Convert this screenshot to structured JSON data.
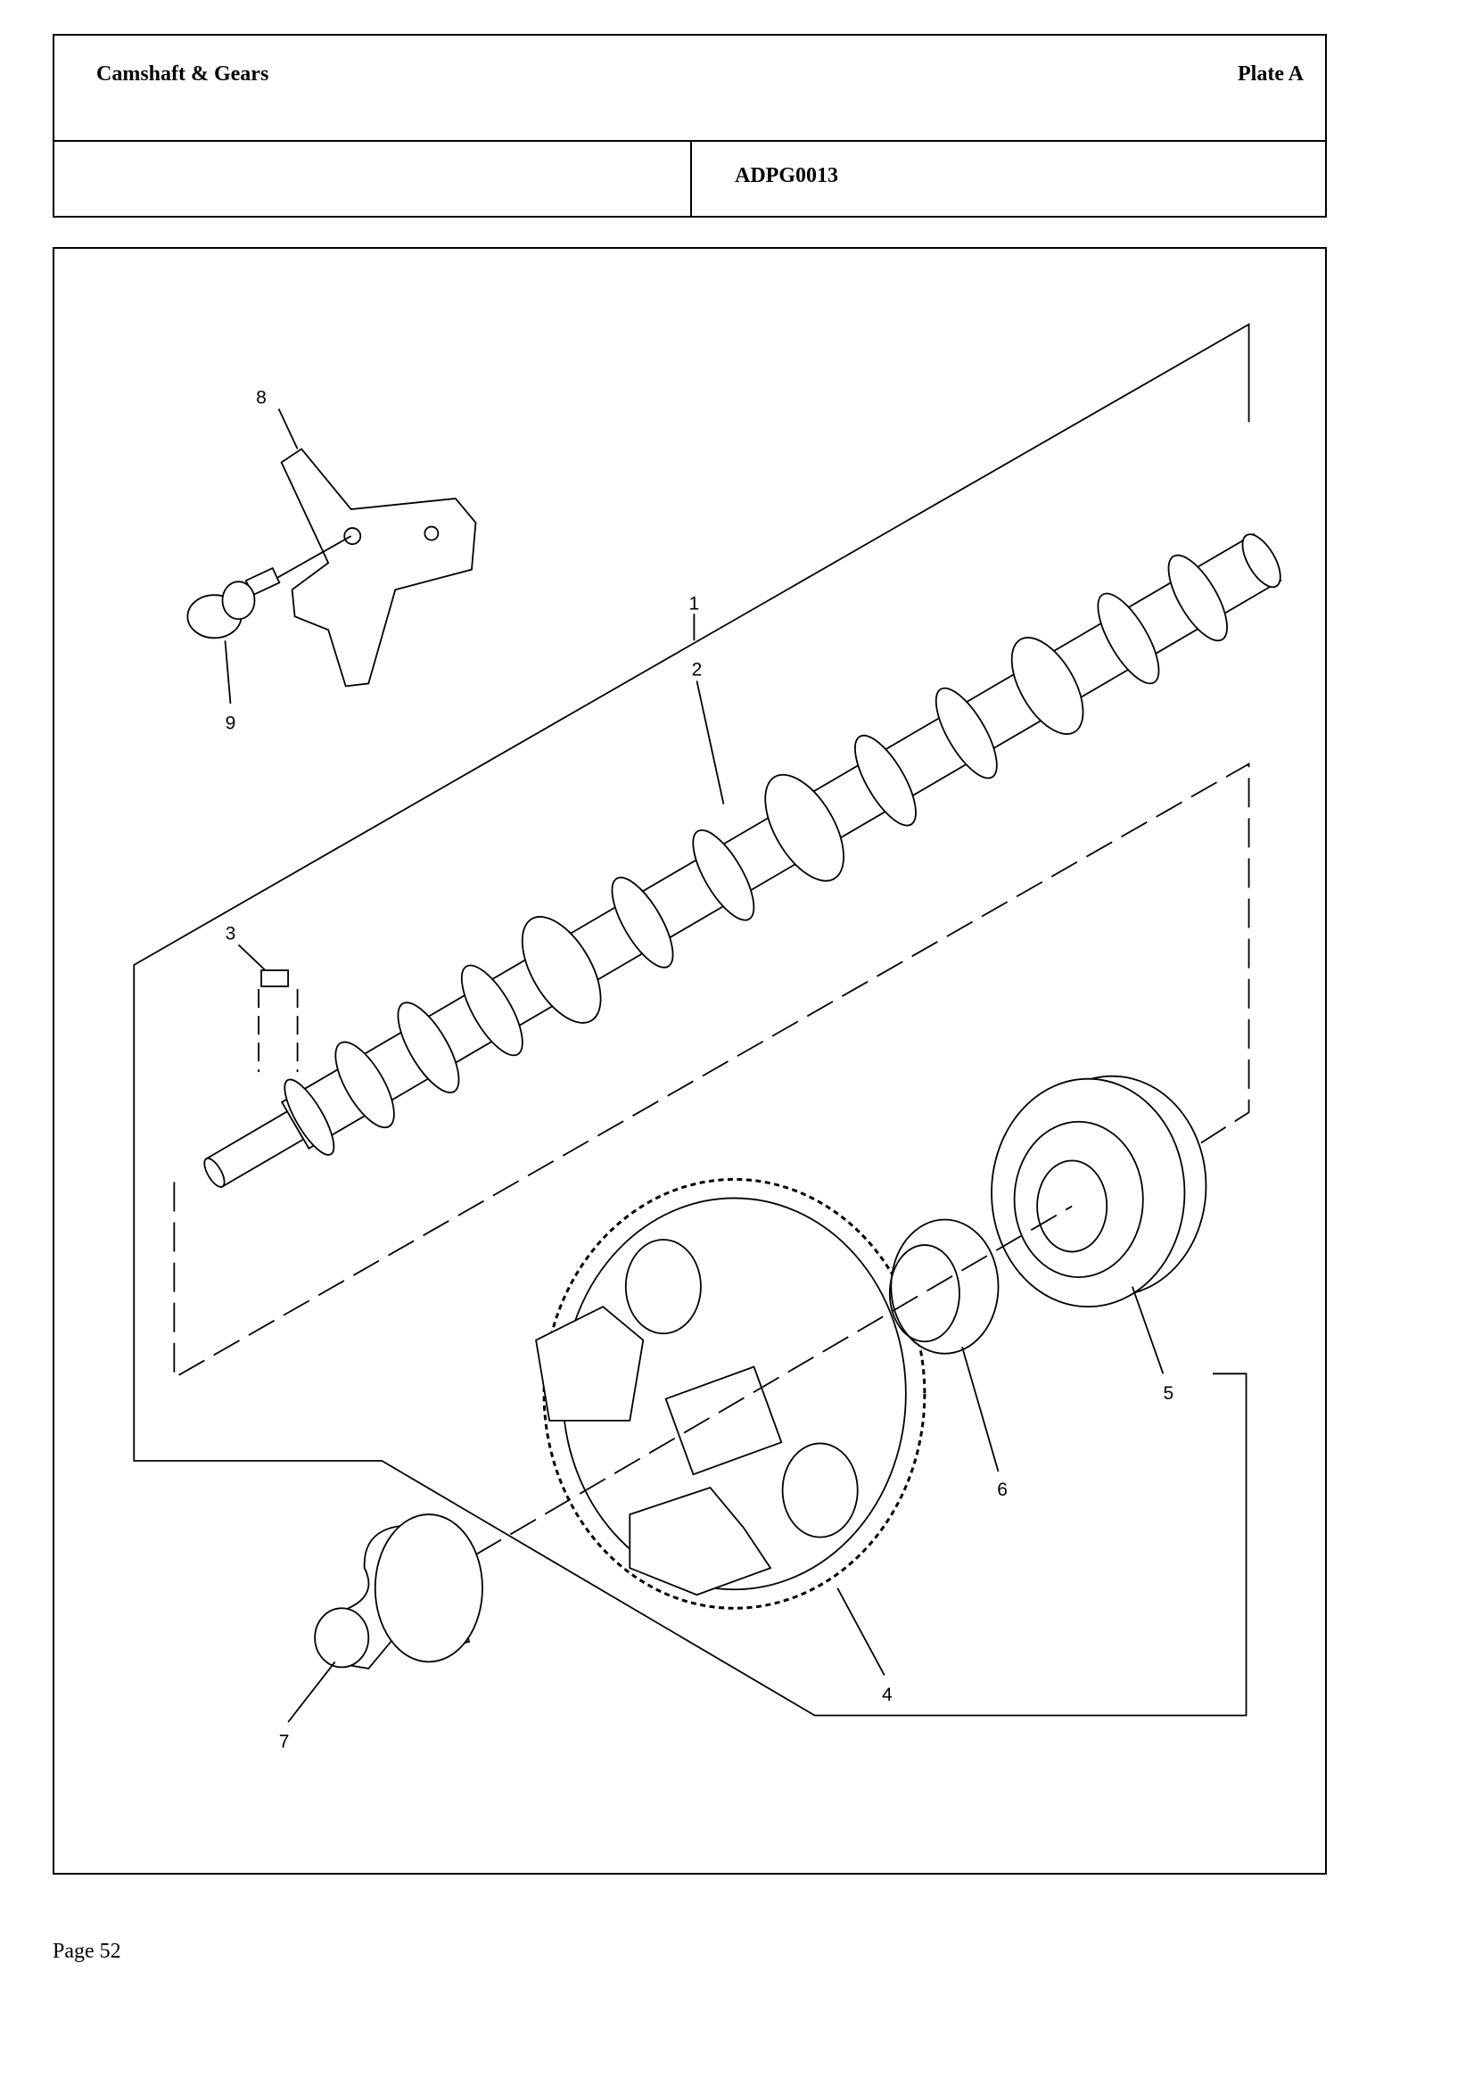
{
  "header": {
    "title": "Camshaft & Gears",
    "plate": "Plate A",
    "drawing_code": "ADPG0013"
  },
  "drawing": {
    "callouts": [
      "1",
      "2",
      "3",
      "4",
      "5",
      "6",
      "7",
      "8",
      "9"
    ]
  },
  "footer": {
    "page_label": "Page 52"
  }
}
